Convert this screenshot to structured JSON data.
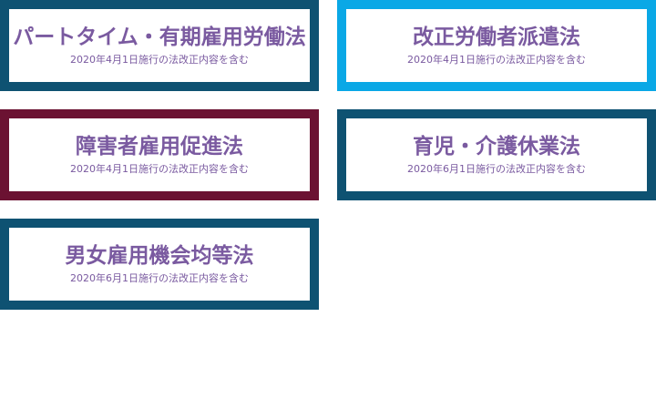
{
  "cards": [
    {
      "title": "パートタイム・有期雇用労働法",
      "subtitle": "2020年4月1日施行の法改正内容を含む",
      "border_color": "#0e5272"
    },
    {
      "title": "改正労働者派遣法",
      "subtitle": "2020年4月1日施行の法改正内容を含む",
      "border_color": "#0aa8e6"
    },
    {
      "title": "障害者雇用促進法",
      "subtitle": "2020年4月1日施行の法改正内容を含む",
      "border_color": "#6b1232"
    },
    {
      "title": "育児・介護休業法",
      "subtitle": "2020年6月1日施行の法改正内容を含む",
      "border_color": "#0e5272"
    },
    {
      "title": "男女雇用機会均等法",
      "subtitle": "2020年6月1日施行の法改正内容を含む",
      "border_color": "#0e5272"
    }
  ],
  "text_color": "#7a5aa0"
}
